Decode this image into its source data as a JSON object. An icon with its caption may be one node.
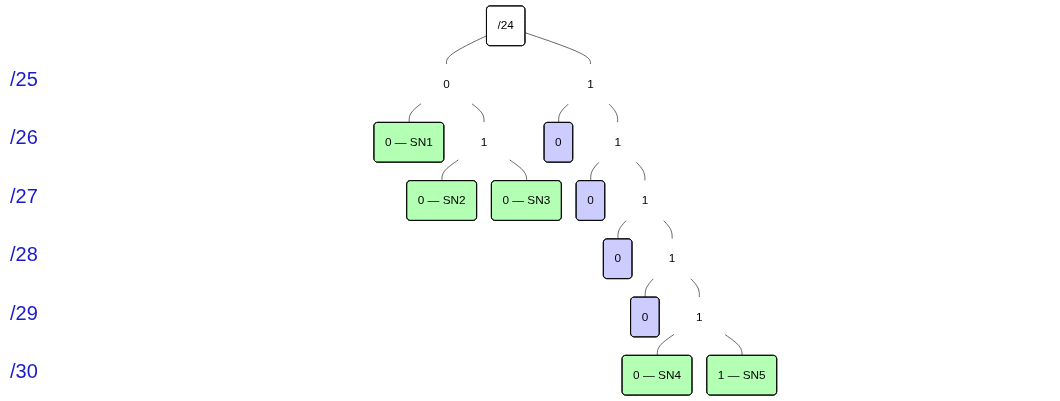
{
  "diagram": {
    "nodes": [
      {
        "text": [
          "/24"
        ]
      },
      {
        "text": [
          "0"
        ]
      },
      {
        "text": [
          "1"
        ]
      },
      {
        "text": [
          "0 — SN1"
        ]
      },
      {
        "text": [
          "1"
        ]
      },
      {
        "text": [
          "0"
        ]
      },
      {
        "text": [
          "1"
        ]
      },
      {
        "text": [
          "0 — SN2"
        ]
      },
      {
        "text": [
          "0 — SN3"
        ]
      },
      {
        "text": [
          "0"
        ]
      },
      {
        "text": [
          "1"
        ]
      },
      {
        "text": [
          "0"
        ]
      },
      {
        "text": [
          "1"
        ]
      },
      {
        "text": [
          "0"
        ]
      },
      {
        "text": [
          "1"
        ]
      },
      {
        "text": [
          "0 — SN4"
        ]
      },
      {
        "text": [
          "1 — SN5"
        ]
      }
    ],
    "edges": [
      {
        "from": 0,
        "to": 1,
        "arrow": "none"
      },
      {
        "from": 0,
        "to": 2,
        "arrow": "none"
      },
      {
        "from": 1,
        "to": 3,
        "arrow": "none"
      },
      {
        "from": 1,
        "to": 4,
        "arrow": "none"
      },
      {
        "from": 2,
        "to": 5,
        "arrow": "none"
      },
      {
        "from": 2,
        "to": 6,
        "arrow": "none"
      },
      {
        "from": 4,
        "to": 7,
        "arrow": "none"
      },
      {
        "from": 4,
        "to": 8,
        "arrow": "none"
      },
      {
        "from": 6,
        "to": 9,
        "arrow": "none"
      },
      {
        "from": 6,
        "to": 10,
        "arrow": "none"
      },
      {
        "from": 10,
        "to": 11,
        "arrow": "none"
      },
      {
        "from": 10,
        "to": 12,
        "arrow": "none"
      },
      {
        "from": 12,
        "to": 13,
        "arrow": "none"
      },
      {
        "from": 12,
        "to": 14,
        "arrow": "none"
      },
      {
        "from": 14,
        "to": 15,
        "arrow": "none"
      },
      {
        "from": 14,
        "to": 16,
        "arrow": "none"
      }
    ],
    "labels": [
      "/25",
      "/26",
      "/27",
      "/28",
      "/29",
      "/30"
    ]
  }
}
